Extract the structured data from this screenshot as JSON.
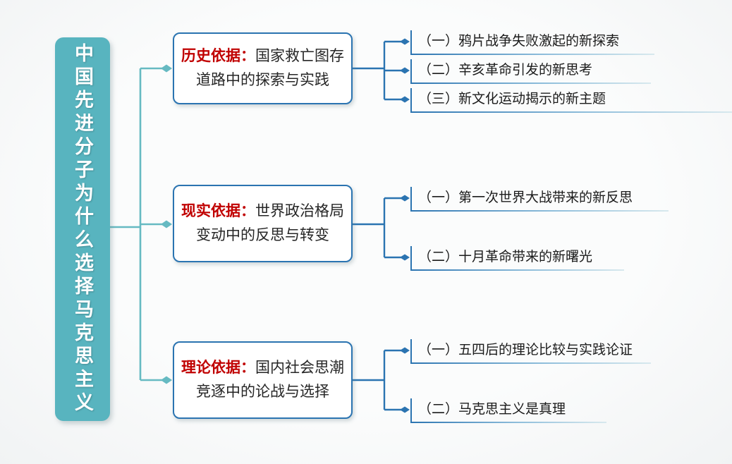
{
  "colors": {
    "teal": "#58B4BF",
    "tealLine": "#66BAC2",
    "blue": "#2B74B1",
    "red": "#C00000",
    "ink": "#262626",
    "underlineFade": "#D8E9EE"
  },
  "central": {
    "text": "中国先进分子为什么选择马克思主义"
  },
  "branches": [
    {
      "label": "历史依据：",
      "text": "国家救亡图存道路中的探索与实践",
      "leaves": [
        "（一）鸦片战争失败激起的新探索",
        "（二）辛亥革命引发的新思考",
        "（三）新文化运动揭示的新主题"
      ]
    },
    {
      "label": "现实依据：",
      "text": "世界政治格局变动中的反思与转变",
      "leaves": [
        "（一）第一次世界大战带来的新反思",
        "（二）十月革命带来的新曙光"
      ]
    },
    {
      "label": "理论依据：",
      "text": "国内社会思潮竞逐中的论战与选择",
      "leaves": [
        "（一）五四后的理论比较与实践论证",
        "（二）马克思主义是真理"
      ]
    }
  ]
}
